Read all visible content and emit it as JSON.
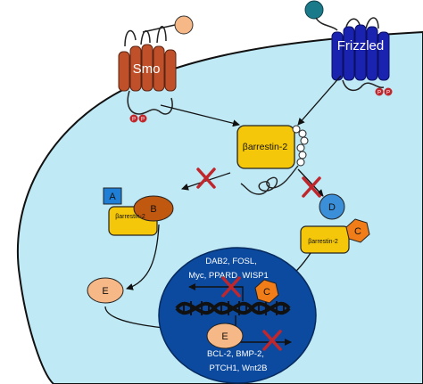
{
  "diagram": {
    "receptors": {
      "smo": {
        "label": "Smo",
        "phospho": [
          "P",
          "P"
        ]
      },
      "frizzled": {
        "label": "Frizzled",
        "phospho": [
          "P",
          "P"
        ]
      }
    },
    "barrestin_main": {
      "label": "βarrestin-2"
    },
    "complex_left": {
      "a": "A",
      "barr": "βarrestin-2",
      "b": "B"
    },
    "complex_right": {
      "d": "D",
      "barr": "βarrestin-2",
      "c": "C"
    },
    "free_e": "E",
    "nucleus": {
      "genes_top": [
        "DAB2, FOSL,",
        "Myc, PPARD, WISP1"
      ],
      "genes_bottom": [
        "BCL-2, BMP-2,",
        "PTCH1, Wnt2B"
      ],
      "c_label": "C",
      "e_label": "E"
    },
    "colors": {
      "cell_fill": "#bfe9f5",
      "nucleus": "#0c4aa0",
      "smo": "#c0502a",
      "frizzled": "#1a22b0",
      "barrestin": "#f5c70a",
      "orange": "#f07d17",
      "peach": "#f6b886",
      "inhibit": "#c0272d"
    }
  }
}
